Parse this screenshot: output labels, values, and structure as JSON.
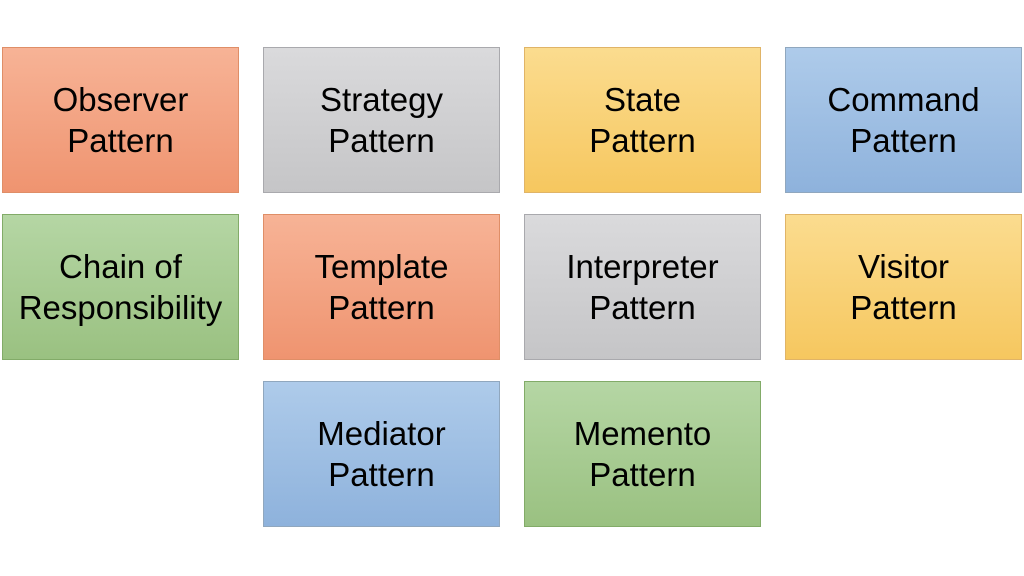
{
  "diagram": {
    "background": "#FFFFFF",
    "text_color": "#000000",
    "boxes": [
      {
        "label": "Observer\nPattern",
        "color": "salmon",
        "row": 1,
        "col": 1
      },
      {
        "label": "Strategy\nPattern",
        "color": "gray",
        "row": 1,
        "col": 2
      },
      {
        "label": "State\nPattern",
        "color": "gold",
        "row": 1,
        "col": 3
      },
      {
        "label": "Command\nPattern",
        "color": "blue",
        "row": 1,
        "col": 4
      },
      {
        "label": "Chain of\nResponsibility",
        "color": "green",
        "row": 2,
        "col": 1
      },
      {
        "label": "Template\nPattern",
        "color": "salmon",
        "row": 2,
        "col": 2
      },
      {
        "label": "Interpreter\nPattern",
        "color": "gray",
        "row": 2,
        "col": 3
      },
      {
        "label": "Visitor\nPattern",
        "color": "gold",
        "row": 2,
        "col": 4
      },
      {
        "label": "Mediator\nPattern",
        "color": "blue",
        "row": 3,
        "col": 2
      },
      {
        "label": "Memento\nPattern",
        "color": "green",
        "row": 3,
        "col": 3
      }
    ],
    "palette": {
      "salmon": {
        "top": "#F7B396",
        "bottom": "#EF9470",
        "border": "#DF8E67"
      },
      "gray": {
        "top": "#DADADC",
        "bottom": "#C5C5C7",
        "border": "#A9A9AD"
      },
      "gold": {
        "top": "#FBDC8F",
        "bottom": "#F6C75F",
        "border": "#E0B467"
      },
      "blue": {
        "top": "#AECBEA",
        "bottom": "#8EB2DC",
        "border": "#90A7BE"
      },
      "green": {
        "top": "#B5D6A4",
        "bottom": "#9AC181",
        "border": "#82AB68"
      }
    }
  }
}
